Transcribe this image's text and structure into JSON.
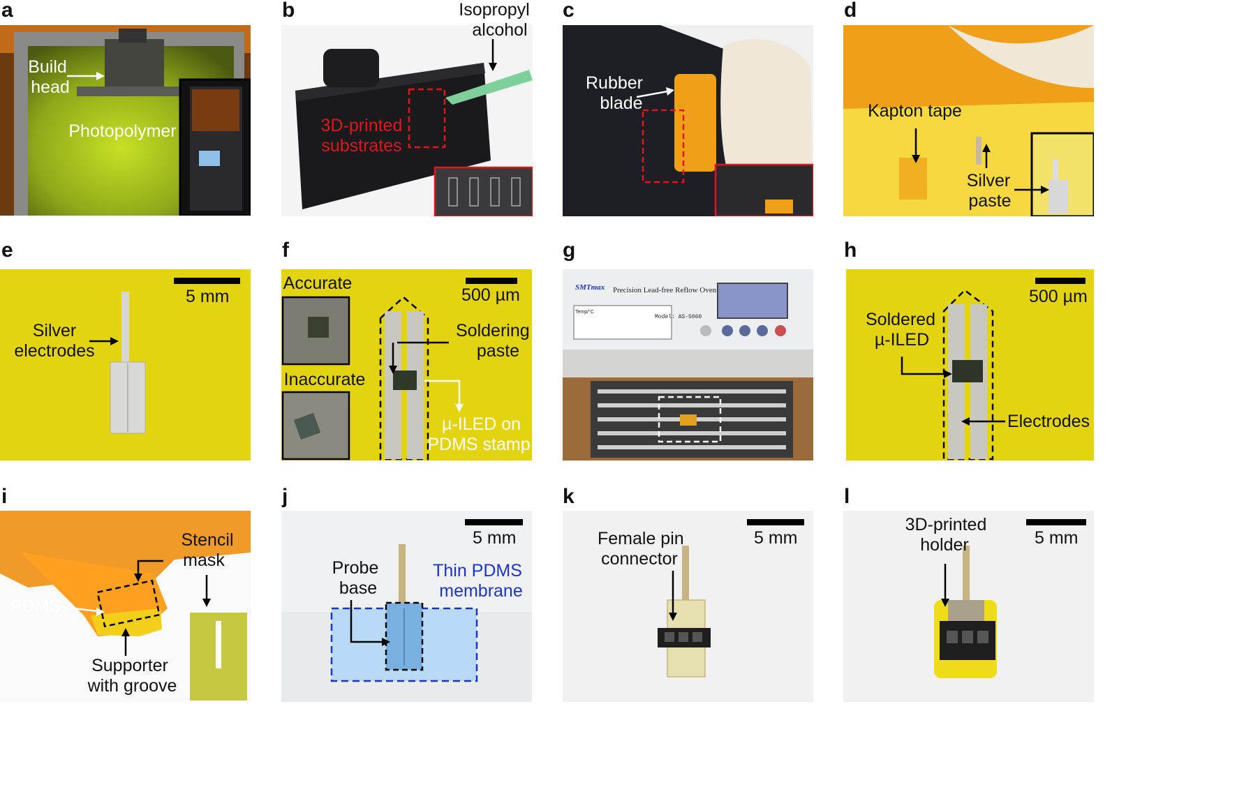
{
  "panels": {
    "a": {
      "label": "a",
      "build_head": [
        "Build",
        "head"
      ],
      "photopolymer": "Photopolymer"
    },
    "b": {
      "label": "b",
      "isopropyl": [
        "Isopropyl",
        "alcohol"
      ],
      "substrates": [
        "3D-printed",
        "substrates"
      ]
    },
    "c": {
      "label": "c",
      "rubber_blade": [
        "Rubber",
        "blade"
      ]
    },
    "d": {
      "label": "d",
      "kapton_tape": "Kapton tape",
      "silver_paste": [
        "Silver",
        "paste"
      ]
    },
    "e": {
      "label": "e",
      "scale": "5 mm",
      "silver_electrodes": [
        "Silver",
        "electrodes"
      ]
    },
    "f": {
      "label": "f",
      "accurate": "Accurate",
      "inaccurate": "Inaccurate",
      "scale": "500 µm",
      "soldering_paste": [
        "Soldering",
        "paste"
      ],
      "uiled": [
        "µ-ILED on",
        "PDMS stamp"
      ]
    },
    "g": {
      "label": "g",
      "oven_brand": "SMTmax",
      "oven_title": "Precision Lead-free Reflow Oven",
      "oven_model": "Model: AS-5060",
      "oven_temp": "Temp/°C"
    },
    "h": {
      "label": "h",
      "scale": "500 µm",
      "soldered": [
        "Soldered",
        "µ-ILED"
      ],
      "electrodes": "Electrodes"
    },
    "i": {
      "label": "i",
      "stencil_mask": [
        "Stencil",
        "mask"
      ],
      "pdms": "PDMS",
      "supporter": [
        "Supporter",
        "with groove"
      ]
    },
    "j": {
      "label": "j",
      "scale": "5 mm",
      "probe_base": [
        "Probe",
        "base"
      ],
      "thin_pdms": [
        "Thin PDMS",
        "membrane"
      ]
    },
    "k": {
      "label": "k",
      "scale": "5 mm",
      "female_pin": [
        "Female pin",
        "connector"
      ]
    },
    "l": {
      "label": "l",
      "scale": "5 mm",
      "holder": [
        "3D-printed",
        "holder"
      ]
    }
  },
  "colors": {
    "yellow_bg": "#e3d40f",
    "dashed_red": "#e0161c",
    "dashed_blue": "#1c34c8",
    "kapton": "#f0a018"
  }
}
